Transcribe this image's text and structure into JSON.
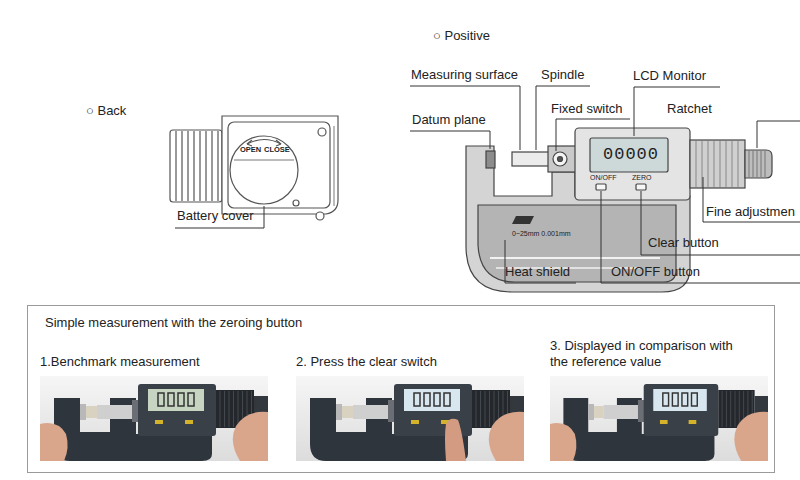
{
  "diagram": {
    "nodes": [
      {
        "text": [
          "Simple measurement with the zeroing button"
        ]
      },
      {
        "text": [
          "1.Benchmark measurement"
        ],
        "in": 0
      },
      {
        "text": [
          "2. Press the clear switch"
        ],
        "in": 0
      },
      {
        "text": [
          "3. Displayed in comparison with the reference value"
        ],
        "in": 0
      }
    ],
    "labels": [
      "○ Back",
      "Battery cover",
      "OPEN",
      "CLOSE",
      "○ Positive",
      "Measuring surface",
      "Spindle",
      "LCD Monitor",
      "Fixed switch",
      "Ratchet",
      "Datum plane",
      "00000",
      "ON/OFF",
      "ZERO",
      "0~25mm 0.001mm",
      "Fine adjustmen",
      "Clear button",
      "ON/OFF button",
      "Heat shield"
    ]
  }
}
